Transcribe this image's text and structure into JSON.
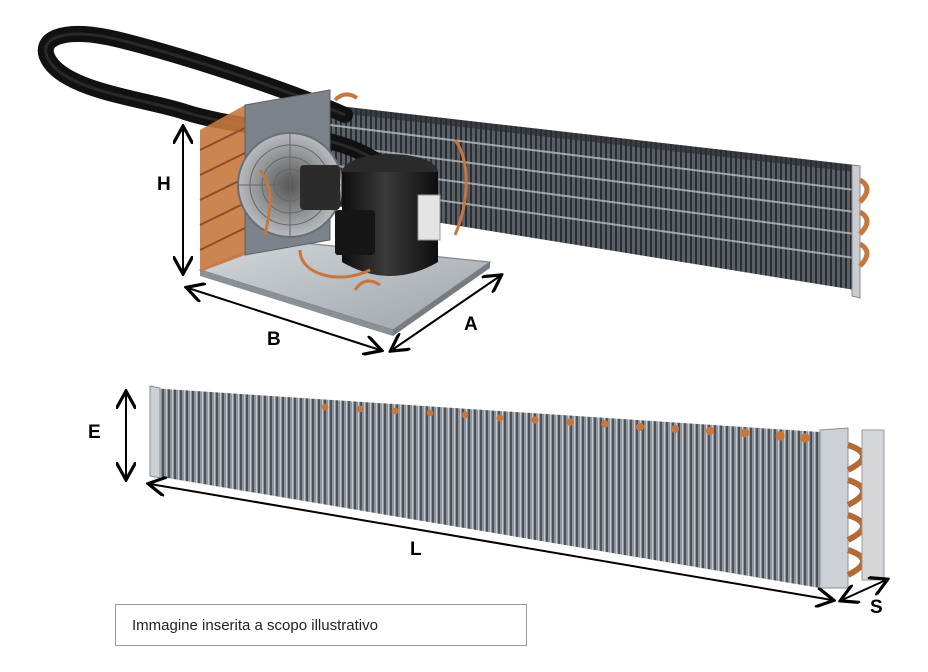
{
  "dimension_labels": {
    "h": "H",
    "b": "B",
    "a": "A",
    "e": "E",
    "l": "L",
    "s": "S"
  },
  "caption": "Immagine inserita a scopo illustrativo",
  "colors": {
    "fin_dark": "#3a3d42",
    "fin_light": "#9aa0a6",
    "copper": "#c7773e",
    "compressor": "#1b1b1b",
    "base_plate": "#b9bec4",
    "hose": "#111111"
  }
}
